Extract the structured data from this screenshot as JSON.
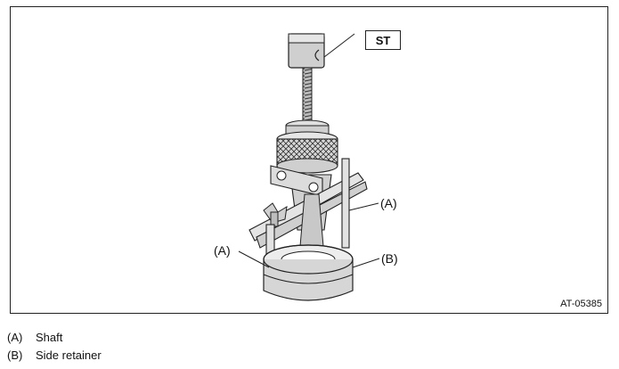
{
  "figure": {
    "tool_label": "ST",
    "callouts": [
      {
        "key": "A",
        "text": "(A)"
      },
      {
        "key": "A2",
        "text": "(A)"
      },
      {
        "key": "B",
        "text": "(B)"
      }
    ],
    "figure_id": "AT-05385"
  },
  "legend": [
    {
      "key": "(A)",
      "text": "Shaft"
    },
    {
      "key": "(B)",
      "text": "Side retainer"
    }
  ]
}
